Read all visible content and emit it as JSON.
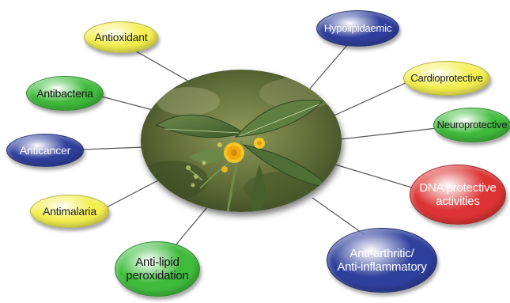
{
  "center_image": "plant-photo-yellow-flowers",
  "colors": {
    "yellow": "#f3ef4e",
    "green": "#3fbb3c",
    "blue": "#2f3f9c",
    "red": "#dd3333",
    "connector": "#555555"
  },
  "nodes": [
    {
      "id": "antioxidant",
      "label": "Antioxidant",
      "color": "yellow"
    },
    {
      "id": "antibacteria",
      "label": "Antibacteria",
      "color": "green"
    },
    {
      "id": "anticancer",
      "label": "Anticancer",
      "color": "blue"
    },
    {
      "id": "antimalaria",
      "label": "Antimalaria",
      "color": "yellow"
    },
    {
      "id": "antilipid",
      "label": "Anti-lipid\nperoxidation",
      "color": "green"
    },
    {
      "id": "hypolipidaemic",
      "label": "Hypolipidaemic",
      "color": "blue"
    },
    {
      "id": "cardio",
      "label": "Cardioprotective",
      "color": "yellow"
    },
    {
      "id": "neuro",
      "label": "Neuroprotective",
      "color": "green"
    },
    {
      "id": "dna",
      "label": "DNA protective\nactivities",
      "color": "red"
    },
    {
      "id": "arthritic",
      "label": "Anti-arthritic/\nAnti-inflammatory",
      "color": "blue"
    }
  ]
}
